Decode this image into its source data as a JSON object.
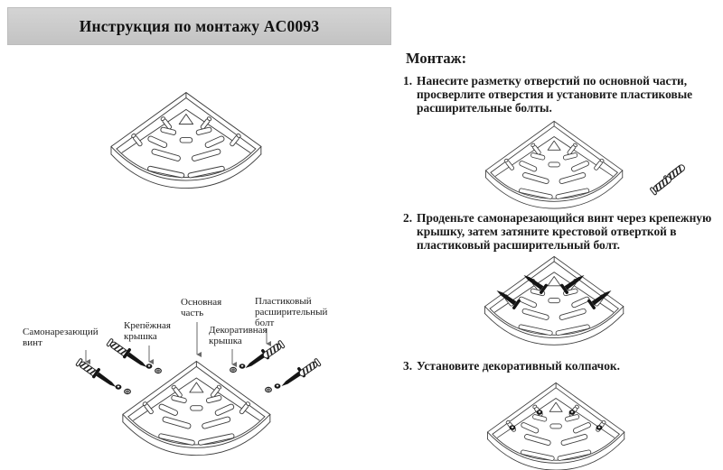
{
  "header": {
    "title": "Инструкция по монтажу AC0093"
  },
  "right_column": {
    "heading": "Монтаж:",
    "steps": [
      {
        "number": "1.",
        "text": "Нанесите разметку отверстий по основной части, просверлите отверстия и установите пластиковые расширительные болты."
      },
      {
        "number": "2.",
        "text": "Проденьте самонарезающийся винт через крепежную крышку, затем затяните крестовой отверткой в пластиковый расширительный болт."
      },
      {
        "number": "3.",
        "text": "Установите декоративный колпачок."
      }
    ]
  },
  "part_labels": {
    "self_tapping_screw": "Самонарезающий\nвинт",
    "fixing_cap": "Крепёжная\nкрышка",
    "main_part": "Основная\nчасть",
    "decorative_cap": "Декоративная\nкрышка",
    "plastic_expansion_bolt": "Пластиковый\nрасширительный\nболт"
  },
  "diagrams": {
    "product_view": "corner-shelf-line-drawing",
    "exploded_view": "corner-shelf-exploded-view",
    "step1": "corner-shelf-with-expansion-bolts",
    "step2": "corner-shelf-with-screws",
    "step3": "corner-shelf-with-decorative-caps"
  },
  "colors": {
    "header_bg": "#c9c9c9",
    "line_art": "#3d3d3d",
    "text": "#1a1a1a"
  }
}
